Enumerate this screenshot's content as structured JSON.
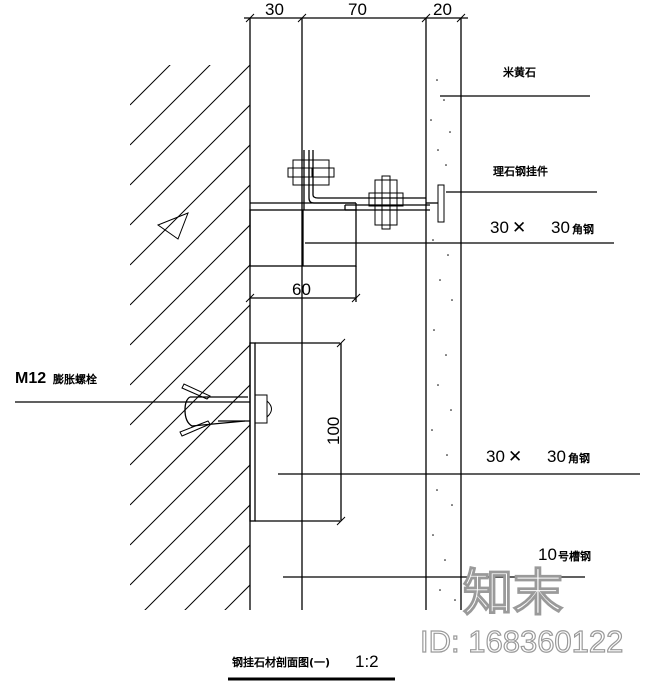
{
  "drawing": {
    "title": "钢挂石材剖面图(一)",
    "scale": "1:2",
    "dimensions_top": [
      "30",
      "70",
      "20"
    ],
    "dimension_bracket_width": "60",
    "dimension_plate_height": "100"
  },
  "labels": {
    "stone": "米黄石",
    "stone_hanger": "理石钢挂件",
    "angle_steel_top_prefix": "30",
    "angle_steel_top_x": "✕",
    "angle_steel_top_suffix": "30",
    "angle_steel_top_unit": "角钢",
    "angle_steel_bottom_prefix": "30",
    "angle_steel_bottom_x": "✕",
    "angle_steel_bottom_suffix": "30",
    "angle_steel_bottom_unit": "角钢",
    "channel_steel_num": "10",
    "channel_steel_unit": "号槽钢",
    "bolt_prefix": "M12",
    "bolt_unit": "膨胀螺栓"
  },
  "watermark": {
    "brand": "知末",
    "id": "ID: 168360122"
  }
}
